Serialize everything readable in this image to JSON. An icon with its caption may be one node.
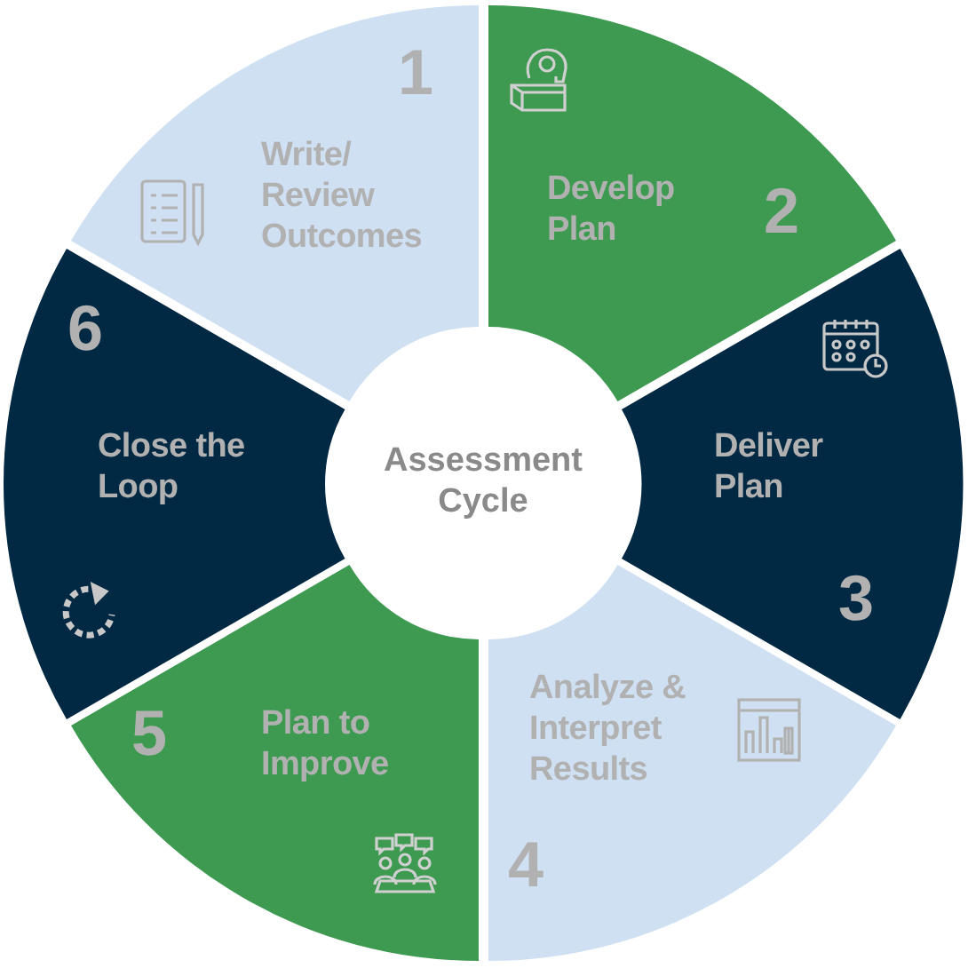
{
  "diagram": {
    "nodes": [
      {
        "text": [
          "1",
          "Write/ Review Outcomes"
        ]
      },
      {
        "text": [
          "Develop Plan",
          "2"
        ]
      },
      {
        "text": [
          "Deliver Plan",
          "3"
        ]
      },
      {
        "text": [
          "Analyze & Interpret Results",
          "4"
        ]
      },
      {
        "text": [
          "5",
          "Plan to Improve"
        ]
      },
      {
        "text": [
          "6",
          "Close the Loop"
        ]
      }
    ],
    "edges": [],
    "labels": [
      "Assessment Cycle"
    ]
  }
}
